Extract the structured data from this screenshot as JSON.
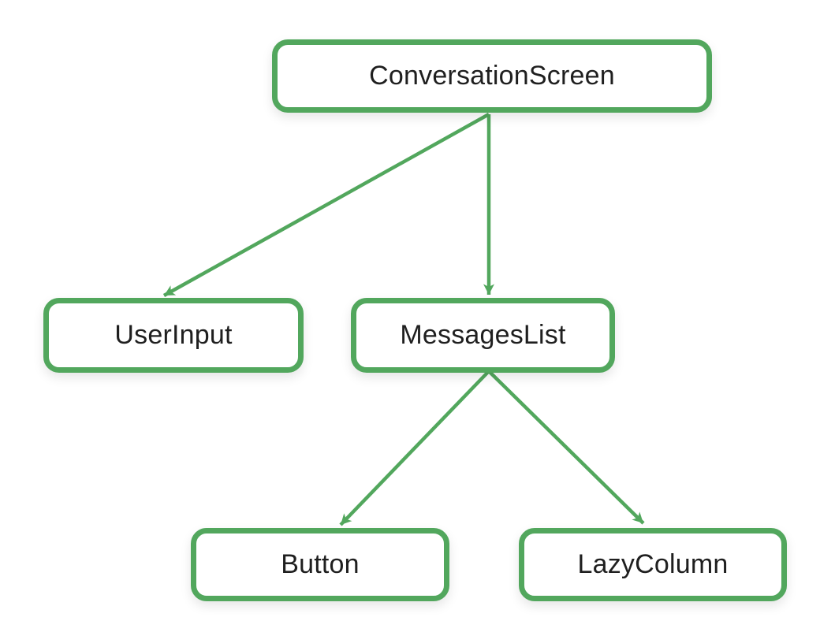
{
  "diagram": {
    "kind": "component-tree",
    "nodes": [
      {
        "id": "conversation-screen",
        "label": "ConversationScreen"
      },
      {
        "id": "user-input",
        "label": "UserInput"
      },
      {
        "id": "messages-list",
        "label": "MessagesList"
      },
      {
        "id": "button",
        "label": "Button"
      },
      {
        "id": "lazy-column",
        "label": "LazyColumn"
      }
    ],
    "edges": [
      {
        "from": "ConversationScreen",
        "to": "UserInput"
      },
      {
        "from": "ConversationScreen",
        "to": "MessagesList"
      },
      {
        "from": "MessagesList",
        "to": "Button"
      },
      {
        "from": "MessagesList",
        "to": "LazyColumn"
      }
    ],
    "colors": {
      "node_border": "#52A75D",
      "edge": "#52A75D",
      "node_fill": "#ffffff",
      "text": "#1f1f1f",
      "background": "#ffffff"
    }
  }
}
